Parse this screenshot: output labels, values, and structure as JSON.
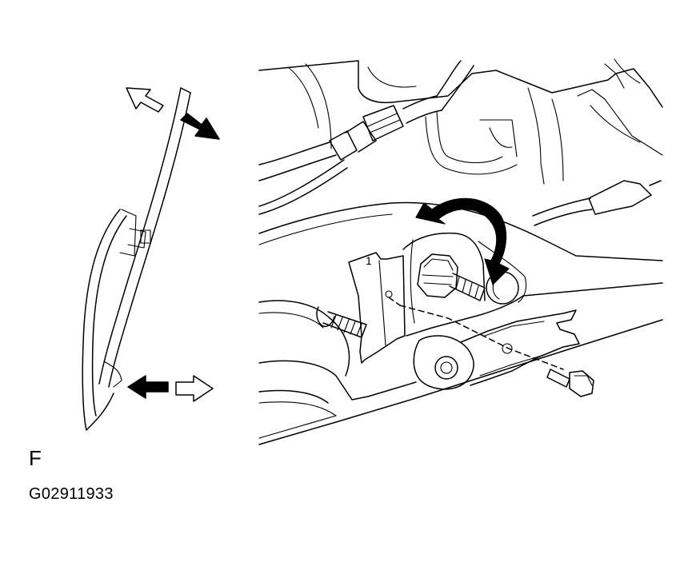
{
  "figure": {
    "letter": "F",
    "code": "G02911933",
    "part_label": "1"
  },
  "colors": {
    "ink": "#000000",
    "paper": "#ffffff"
  },
  "icons": {
    "arrow_up_left": "hollow-arrow-icon",
    "arrow_down_right": "solid-arrow-icon",
    "arrow_left": "solid-arrow-icon",
    "arrow_right": "hollow-arrow-icon",
    "rotate": "curved-rotate-arrow-icon"
  }
}
